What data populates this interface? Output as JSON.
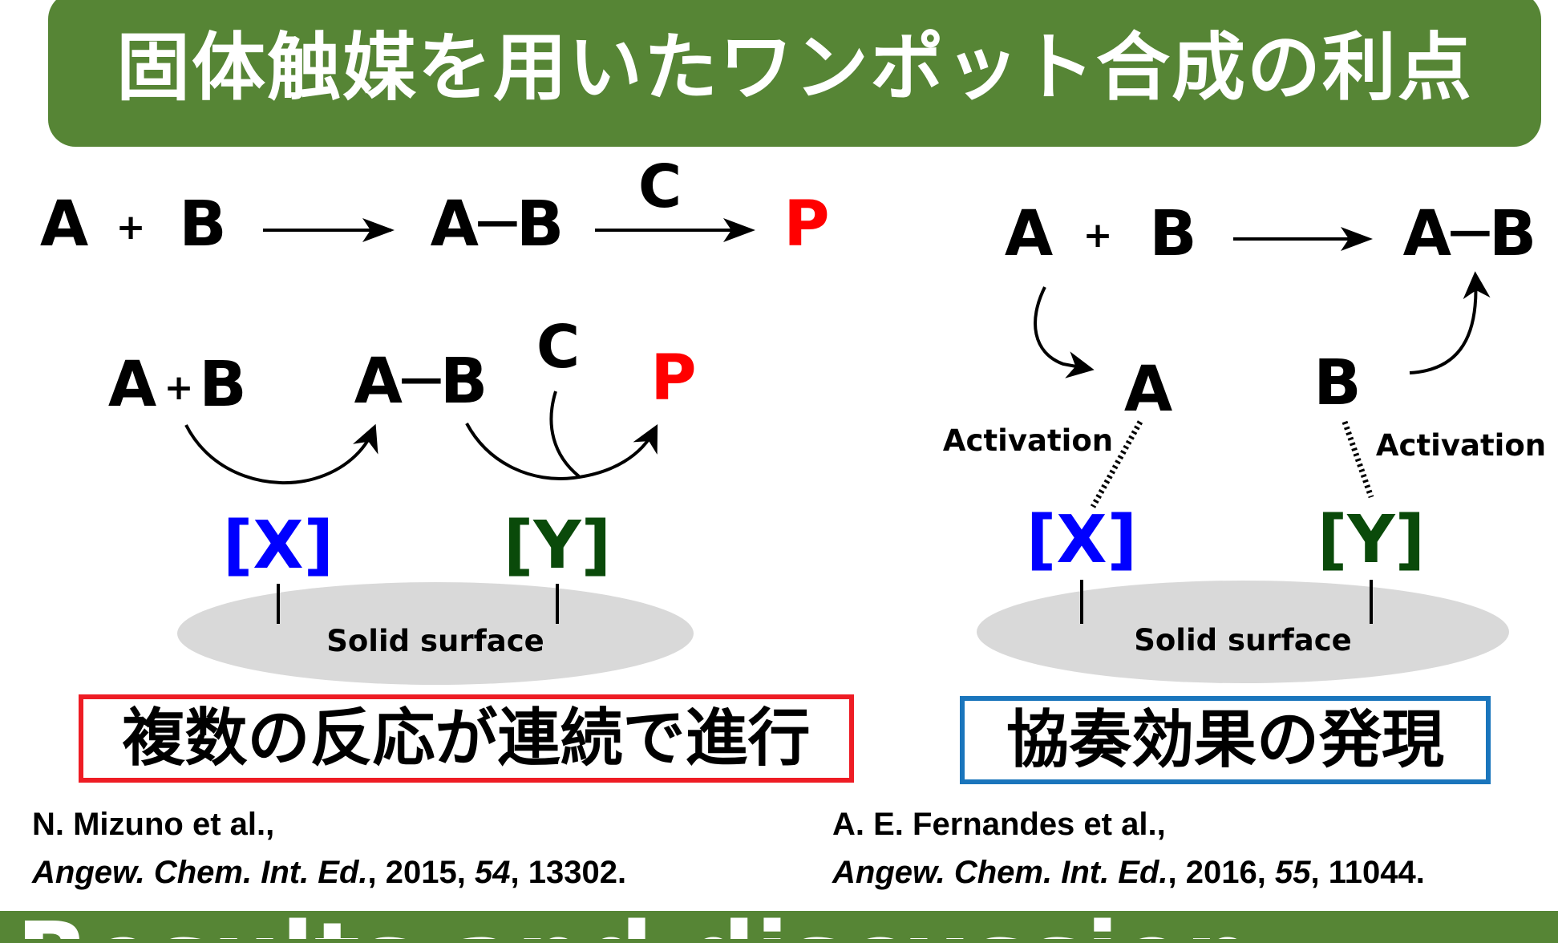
{
  "title": "固体触媒を用いたワンポット合成の利点",
  "left_scheme": {
    "reactant_a": "A",
    "plus": "+",
    "reactant_b": "B",
    "intermediate": "A─B",
    "reagent_c": "C",
    "product": "P",
    "catalyst_x": "[X]",
    "catalyst_y": "[Y]",
    "surface_label": "Solid surface",
    "conclusion": "複数の反応が連続で進行"
  },
  "right_scheme": {
    "reactant_a": "A",
    "plus": "+",
    "reactant_b": "B",
    "product": "A─B",
    "activated_a": "A",
    "activated_b": "B",
    "activation_label_left": "Activation",
    "activation_label_right": "Activation",
    "catalyst_x": "[X]",
    "catalyst_y": "[Y]",
    "surface_label": "Solid surface",
    "conclusion": "協奏効果の発現"
  },
  "references": {
    "left": {
      "authors": "N. Mizuno et al.,",
      "journal": "Angew. Chem. Int. Ed.",
      "year": ", 2015, ",
      "volume": "54",
      "pages": ", 13302."
    },
    "right": {
      "authors": "A. E. Fernandes et al.,",
      "journal": "Angew. Chem. Int. Ed.",
      "year": ", 2016, ",
      "volume": "55",
      "pages": ", 11044."
    }
  },
  "footer_heading": "Results and discussion",
  "colors": {
    "banner_green": "#568535",
    "product_red": "#ff0000",
    "catalyst_x_blue": "#0000ff",
    "catalyst_y_green": "#0a4a0a",
    "surface_gray": "#d9d9d9",
    "box_red": "#ee1c24",
    "box_blue": "#1a75bc"
  }
}
